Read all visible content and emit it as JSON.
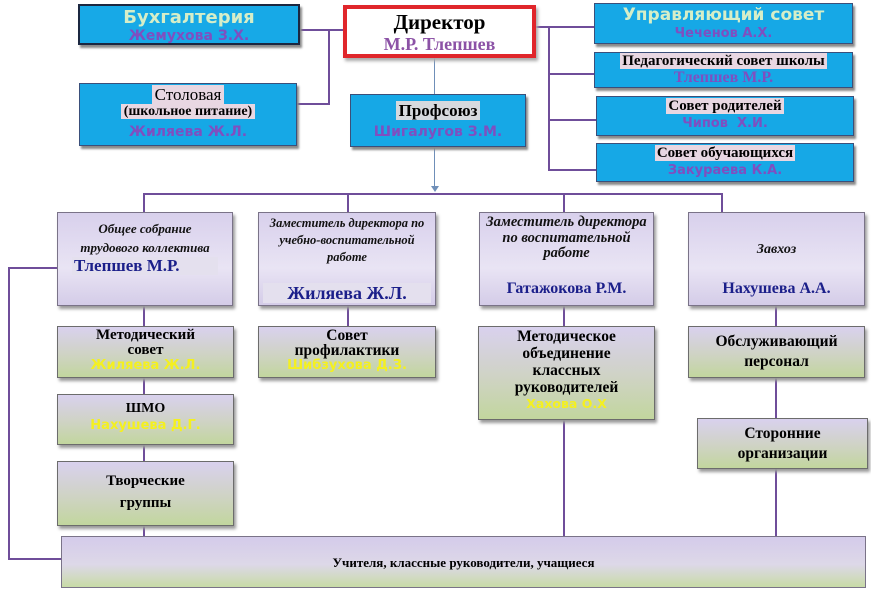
{
  "director": {
    "title": "Директор",
    "name": "М.Р. Тлепшев"
  },
  "left_top": [
    {
      "title": "Бухгалтерия",
      "name": "Жемухова З.Х."
    },
    {
      "title": "Столовая",
      "subtitle": "(школьное питание)",
      "name": "Жиляева Ж.Л."
    }
  ],
  "union": {
    "title": "Профсоюз",
    "name": "Шигалугов З.М."
  },
  "right_councils": [
    {
      "title": "Управляющий совет",
      "name": "Чеченов А.Х."
    },
    {
      "title": "Педагогический совет школы",
      "name": "Тлепшев М.Р."
    },
    {
      "title": "Совет родителей",
      "name": "Чипов  Х.И."
    },
    {
      "title": "Совет обучающихся",
      "name": "Закураева К.А."
    }
  ],
  "level2": [
    {
      "title": "Общее собрание трудового коллектива",
      "name": "Тлепшев М.Р."
    },
    {
      "title": "Заместитель директора по учебно-воспитательной работе",
      "name": "Жиляева Ж.Л."
    },
    {
      "title": "Заместитель директора по воспитательной работе",
      "name": "Гатажокова Р.М."
    },
    {
      "title": "Завхоз",
      "name": "Нахушева А.А."
    }
  ],
  "level3": {
    "col1": [
      {
        "title": "Методический совет",
        "name": "Жиляева Ж.Л."
      },
      {
        "title": "ШМО",
        "name": "Нахушева Д.Г."
      },
      {
        "title": "Творческие группы"
      }
    ],
    "col2": [
      {
        "title": "Совет профилактики",
        "name": "Шибзухова Д.З."
      }
    ],
    "col3": [
      {
        "title": "Методическое объединение классных руководителей",
        "name": "Хахова О.Х"
      }
    ],
    "col4": [
      {
        "title": "Обслуживающий персонал"
      },
      {
        "title": "Сторонние организации"
      }
    ]
  },
  "bottom": {
    "label": "Учителя, классные руководители, учащиеся"
  },
  "colors": {
    "accent_red": "#e0262b",
    "council_blue": "#16a8e6",
    "line_purple": "#6f4e9a",
    "name_purple": "#7f4fc0",
    "name_yellow": "#f4f020",
    "name_navy": "#1b1f8a"
  }
}
